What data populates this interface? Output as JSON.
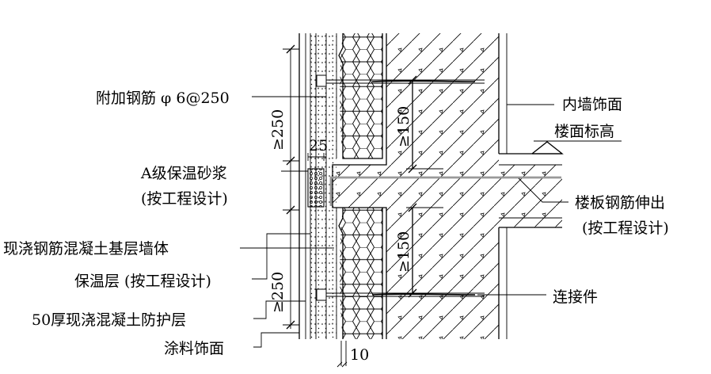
{
  "labels": {
    "rebar": "附加钢筋 φ 6@250",
    "mortar_1": "A级保温砂浆",
    "mortar_2": "(按工程设计)",
    "base_wall": "现浇钢筋混凝土基层墙体",
    "insulation": "保温层 (按工程设计)",
    "protect": "50厚现浇混凝土防护层",
    "coating": "涂料饰面",
    "inner_finish": "内墙饰面",
    "floor_level": "楼面标高",
    "slab_rebar_1": "楼板钢筋伸出",
    "slab_rebar_2": "(按工程设计)",
    "connector": "连接件"
  },
  "dims": {
    "top_250": "≥250",
    "bottom_250": "≥250",
    "w25": "25",
    "upper_150": "≥150",
    "lower_150": "≥150",
    "w10": "10"
  }
}
